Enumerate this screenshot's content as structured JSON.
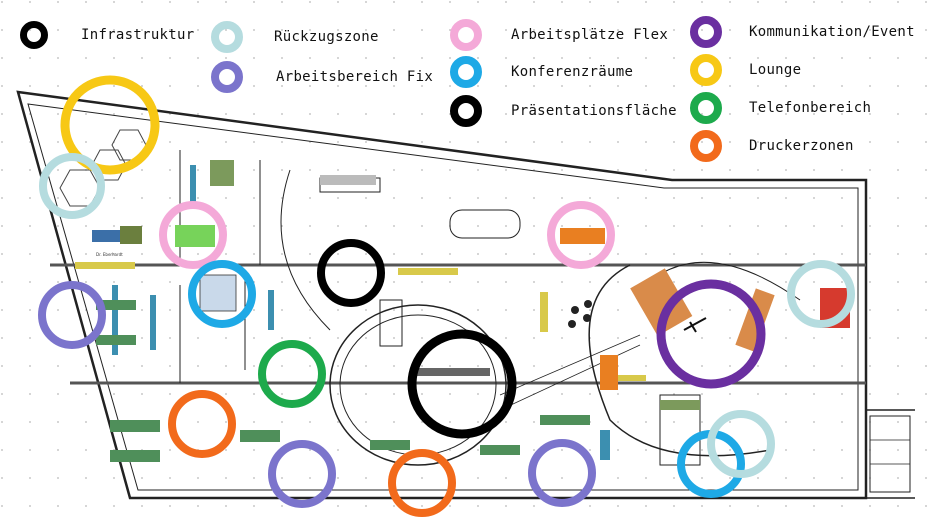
{
  "legend": [
    {
      "key": "infrastruktur",
      "label": "Infrastruktur",
      "color": "#000000"
    },
    {
      "key": "rueckzugszone",
      "label": "Rückzugszone",
      "color": "#b5dcdf"
    },
    {
      "key": "arbeitsplaetze_flex",
      "label": "Arbeitsplätze Flex",
      "color": "#f4a9d8"
    },
    {
      "key": "kommunikation_event",
      "label": "Kommunikation/Event",
      "color": "#6a2fa0"
    },
    {
      "key": "arbeitsbereich_fix",
      "label": "Arbeitsbereich Fix",
      "color": "#7b74cc"
    },
    {
      "key": "konferenzraeume",
      "label": "Konferenzräume",
      "color": "#1ea9e6"
    },
    {
      "key": "lounge",
      "label": "Lounge",
      "color": "#f7c815"
    },
    {
      "key": "praesentationsflaeche",
      "label": "Präsentationsfläche",
      "color": "#000000"
    },
    {
      "key": "telefonbereich",
      "label": "Telefonbereich",
      "color": "#1daa4c"
    },
    {
      "key": "druckerzonen",
      "label": "Druckerzonen",
      "color": "#f26a1b"
    }
  ],
  "floorplan_labels": [
    "Dr. Eberhardt"
  ]
}
